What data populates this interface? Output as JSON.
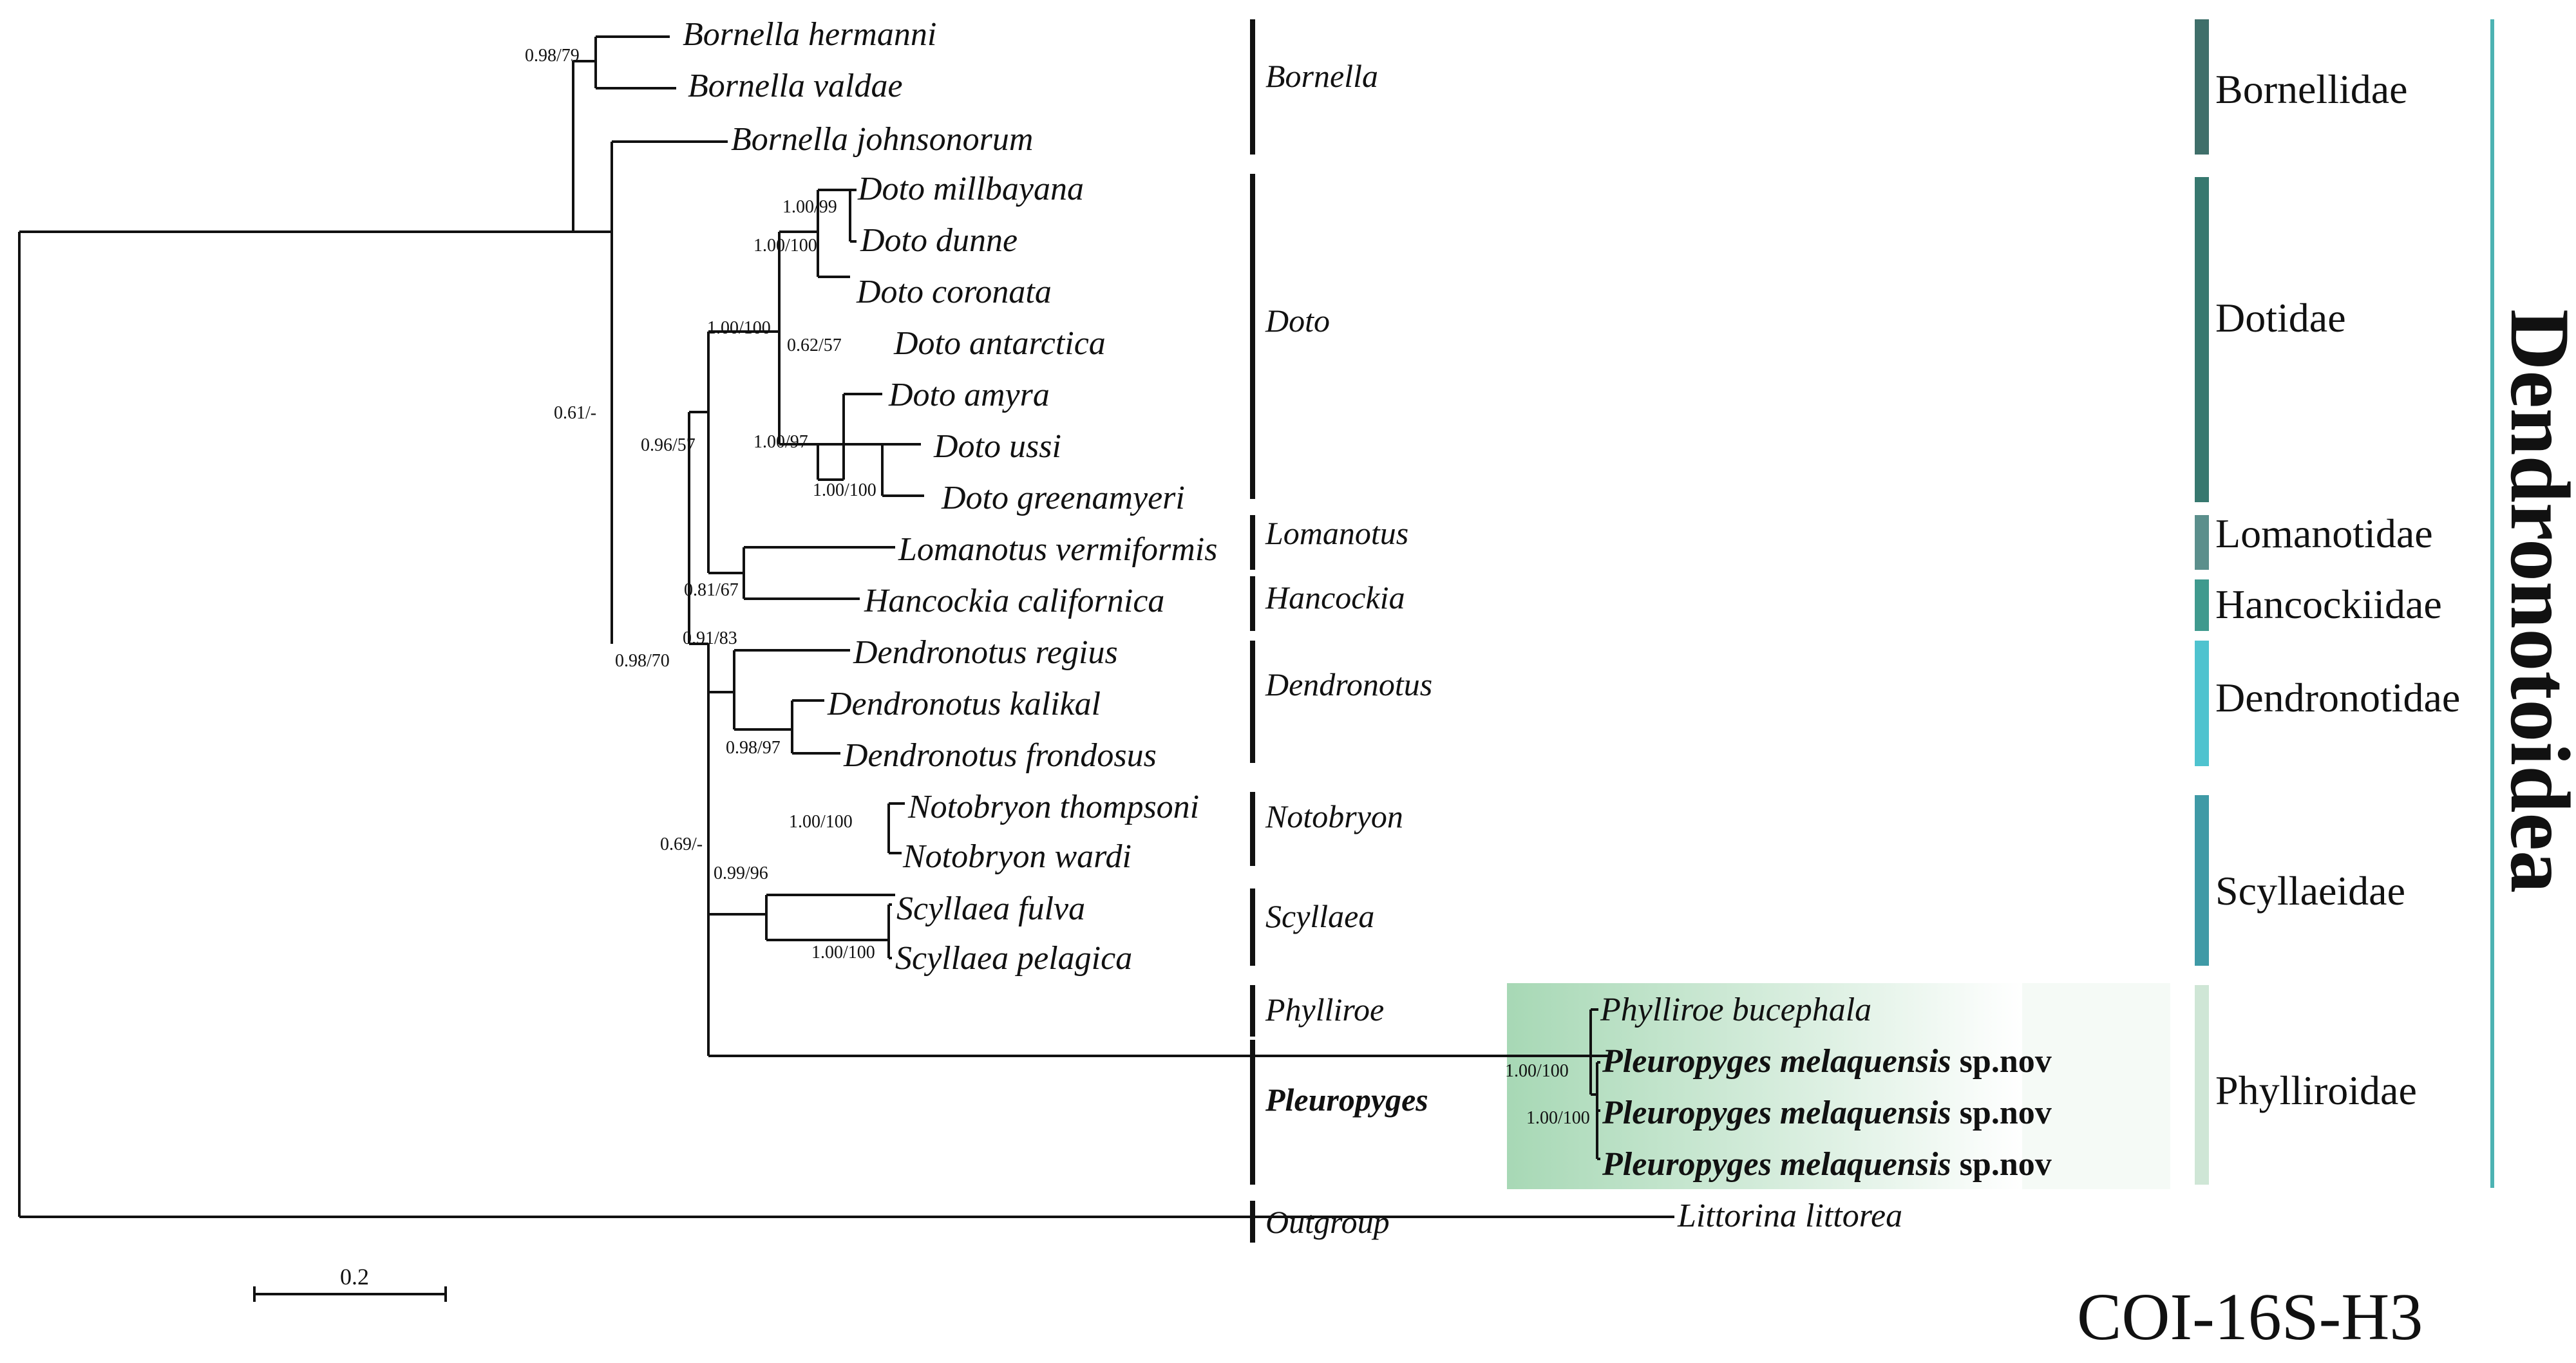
{
  "title": "COI-16S-H3",
  "superfamily": "Dendronotoidea",
  "scale_bar": "0.2",
  "taxa": [
    {
      "id": "bh",
      "parts": [
        {
          "text": "Bornella hermanni"
        }
      ]
    },
    {
      "id": "bv",
      "parts": [
        {
          "text": "Bornella valdae"
        }
      ]
    },
    {
      "id": "bj",
      "parts": [
        {
          "text": "Bornella johnsonorum"
        }
      ]
    },
    {
      "id": "dm",
      "parts": [
        {
          "text": "Doto millbayana"
        }
      ]
    },
    {
      "id": "dd",
      "parts": [
        {
          "text": "Doto dunne"
        }
      ]
    },
    {
      "id": "dc",
      "parts": [
        {
          "text": "Doto coronata"
        }
      ]
    },
    {
      "id": "dan",
      "parts": [
        {
          "text": "Doto antarctica"
        }
      ]
    },
    {
      "id": "dam",
      "parts": [
        {
          "text": "Doto amyra"
        }
      ]
    },
    {
      "id": "du",
      "parts": [
        {
          "text": "Doto ussi"
        }
      ]
    },
    {
      "id": "dg",
      "parts": [
        {
          "text": "Doto greenamyeri"
        }
      ]
    },
    {
      "id": "lv",
      "parts": [
        {
          "text": "Lomanotus vermiformis"
        }
      ]
    },
    {
      "id": "hc",
      "parts": [
        {
          "text": "Hancockia californica"
        }
      ]
    },
    {
      "id": "dr",
      "parts": [
        {
          "text": "Dendronotus regius"
        }
      ]
    },
    {
      "id": "dk",
      "parts": [
        {
          "text": "Dendronotus kalikal"
        }
      ]
    },
    {
      "id": "df",
      "parts": [
        {
          "text": "Dendronotus frondosus"
        }
      ]
    },
    {
      "id": "nt",
      "parts": [
        {
          "text": "Notobryon thompsoni"
        }
      ]
    },
    {
      "id": "nw",
      "parts": [
        {
          "text": "Notobryon wardi"
        }
      ]
    },
    {
      "id": "sf",
      "parts": [
        {
          "text": "Scyllaea fulva"
        }
      ]
    },
    {
      "id": "sp",
      "parts": [
        {
          "text": "Scyllaea pelagica"
        }
      ]
    },
    {
      "id": "pb",
      "parts": [
        {
          "text": "Phylliroe bucephala"
        }
      ]
    },
    {
      "id": "pm1",
      "parts": [
        {
          "text": "Pleuropyges melaquensis",
          "bold": true
        },
        {
          "text": " sp.nov",
          "bold": true,
          "plain": true
        }
      ]
    },
    {
      "id": "pm2",
      "parts": [
        {
          "text": "Pleuropyges melaquensis",
          "bold": true
        },
        {
          "text": " sp.nov",
          "bold": true,
          "plain": true
        }
      ]
    },
    {
      "id": "pm3",
      "parts": [
        {
          "text": "Pleuropyges melaquensis",
          "bold": true
        },
        {
          "text": " sp.nov",
          "bold": true,
          "plain": true
        }
      ]
    },
    {
      "id": "ll",
      "parts": [
        {
          "text": "Littorina littorea"
        }
      ]
    }
  ],
  "supports": [
    {
      "id": "s1",
      "text": "0.98/79"
    },
    {
      "id": "s2",
      "text": "0.61/-"
    },
    {
      "id": "s3",
      "text": "1.00/99"
    },
    {
      "id": "s4",
      "text": "1.00/100"
    },
    {
      "id": "s5",
      "text": "1.00/100"
    },
    {
      "id": "s6",
      "text": "0.62/57"
    },
    {
      "id": "s7",
      "text": "0.96/57"
    },
    {
      "id": "s8",
      "text": "1.00/97"
    },
    {
      "id": "s9",
      "text": "1.00/100"
    },
    {
      "id": "s10",
      "text": "0.81/67"
    },
    {
      "id": "s11",
      "text": "0.98/70"
    },
    {
      "id": "s12",
      "text": "0.91/83"
    },
    {
      "id": "s13",
      "text": "0.98/97"
    },
    {
      "id": "s14",
      "text": "1.00/100"
    },
    {
      "id": "s15",
      "text": "0.69/-"
    },
    {
      "id": "s16",
      "text": "0.99/96"
    },
    {
      "id": "s17",
      "text": "1.00/100"
    },
    {
      "id": "s18",
      "text": "1.00/100"
    },
    {
      "id": "s19",
      "text": "1.00/100"
    }
  ],
  "genera": [
    {
      "id": "g-bornella",
      "text": "Bornella"
    },
    {
      "id": "g-doto",
      "text": "Doto"
    },
    {
      "id": "g-lomanotus",
      "text": "Lomanotus"
    },
    {
      "id": "g-hancockia",
      "text": "Hancockia"
    },
    {
      "id": "g-dendronotus",
      "text": "Dendronotus"
    },
    {
      "id": "g-notobryon",
      "text": "Notobryon"
    },
    {
      "id": "g-scyllaea",
      "text": "Scyllaea"
    },
    {
      "id": "g-phylliroe",
      "text": "Phylliroe"
    },
    {
      "id": "g-pleuropyges",
      "text": "Pleuropyges",
      "bold": true
    },
    {
      "id": "g-outgroup",
      "text": "Outgroup",
      "plain": true
    }
  ],
  "families": [
    {
      "id": "f-bornellidae",
      "text": "Bornellidae",
      "color": "#3f6f6a"
    },
    {
      "id": "f-dotidae",
      "text": "Dotidae",
      "color": "#37786f"
    },
    {
      "id": "f-lomanotidae",
      "text": "Lomanotidae",
      "color": "#5b8f8c"
    },
    {
      "id": "f-hancockiidae",
      "text": "Hancockiidae",
      "color": "#3f9a8e"
    },
    {
      "id": "f-dendronotidae",
      "text": "Dendronotidae",
      "color": "#4fc3cf"
    },
    {
      "id": "f-scyllaeidae",
      "text": "Scyllaeidae",
      "color": "#3f9aa6"
    },
    {
      "id": "f-phylliroidae",
      "text": "Phylliroidae",
      "color": "#cfe6d6"
    }
  ],
  "colors": {
    "highlight_start": "#a7d8b5",
    "highlight_end": "#ffffff",
    "superfamily_bar": "#4db3b3"
  }
}
